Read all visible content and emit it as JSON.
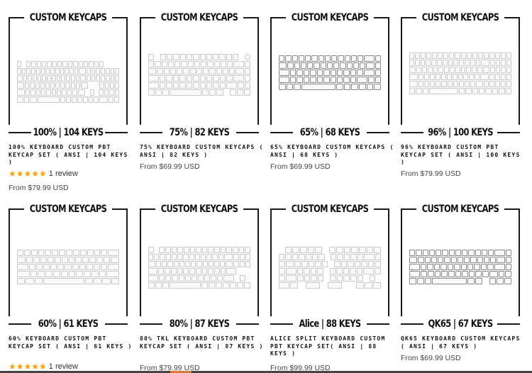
{
  "products": [
    {
      "image_header": "CUSTOM KEYCAPS",
      "image_footer": "100% | 104 KEYS",
      "title": "100% KEYBOARD CUSTOM PBT KEYCAP SET ( ANSI | 104 KEYS )",
      "rating": {
        "stars": "★★★★★",
        "text": "1 review"
      },
      "price": "From $79.99 USD"
    },
    {
      "image_header": "CUSTOM KEYCAPS",
      "image_footer": "75% | 82 KEYS",
      "title": "75% KEYBOARD CUSTOM KEYCAPS ( ANSI | 82 KEYS )",
      "rating": null,
      "price": "From $69.99 USD"
    },
    {
      "image_header": "CUSTOM KEYCAPS",
      "image_footer": "65% | 68 KEYS",
      "title": "65% KEYBOARD CUSTOM KEYCAPS ( ANSI | 68 KEYS )",
      "rating": null,
      "price": "From $69.99 USD"
    },
    {
      "image_header": "CUSTOM KEYCAPS",
      "image_footer": "96% | 100 KEYS",
      "title": "96% KEYBOARD CUSTOM PBT KEYCAP SET ( ANSI | 100 KEYS )",
      "rating": null,
      "price": "From $79.99 USD"
    },
    {
      "image_header": "CUSTOM KEYCAPS",
      "image_footer": "60% | 61 KEYS",
      "title": "60% KEYBOARD CUSTOM PBT KEYCAP SET ( ANSI | 61 KEYS )",
      "rating": {
        "stars": "★★★★★",
        "text": "1 review"
      },
      "price": ""
    },
    {
      "image_header": "CUSTOM KEYCAPS",
      "image_footer": "80% | 87 KEYS",
      "title": "80% TKL KEYBOARD CUSTOM PBT KEYCAP SET ( ANSI | 87 KEYS )",
      "rating": null,
      "price": "From $79.99 USD"
    },
    {
      "image_header": "CUSTOM KEYCAPS",
      "image_footer": "Alice | 88 KEYS",
      "title": "ALICE SPLIT KEYBOARD CUSTOM PBT KEYCAP SET( ANSI | 88 KEYS )",
      "rating": null,
      "price": "From $99.99 USD"
    },
    {
      "image_header": "CUSTOM KEYCAPS",
      "image_footer": "QK65 | 67 KEYS",
      "title": "QK65 KEYBOARD CUSTOM KEYCAPS ( ANSI | 67 KEYS )",
      "rating": null,
      "price": "From $69.99 USD"
    }
  ],
  "colors": {
    "star": "#f4a300",
    "frame": "#1a1a1a",
    "text": "#111111",
    "price": "#444444"
  }
}
